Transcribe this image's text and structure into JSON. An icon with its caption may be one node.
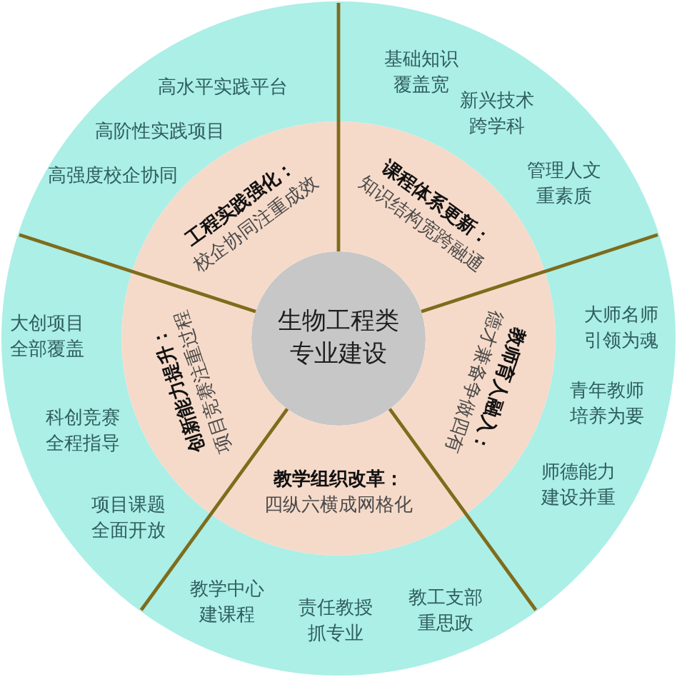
{
  "diagram": {
    "nodes": [
      {
        "text": [
          "生物工程类专业建设"
        ]
      },
      {
        "text": [
          "工程实践强化：",
          "校企协同注重成效"
        ]
      },
      {
        "text": [
          "课程体系更新：",
          "知识结构宽跨融通"
        ]
      },
      {
        "text": [
          "教师育人融入：",
          "德才兼备争做四有"
        ]
      },
      {
        "text": [
          "教学组织改革：",
          "四纵六横成网格化"
        ]
      },
      {
        "text": [
          "创新能力提升：",
          "项目竞赛注重过程"
        ]
      },
      {
        "text": [
          "高水平实践平台",
          "高阶性实践项目",
          "高强度校企协同"
        ]
      },
      {
        "text": [
          "基础知识覆盖宽",
          "新兴技术跨学科",
          "管理人文重素质"
        ]
      },
      {
        "text": [
          "大师名师引领为魂",
          "青年教师培养为要",
          "师德能力建设并重"
        ]
      },
      {
        "text": [
          "教学中心建课程",
          "责任教授抓专业",
          "教工支部重思政"
        ]
      },
      {
        "text": [
          "大创项目全部覆盖",
          "科创竞赛全程指导",
          "项目课题全面开放"
        ]
      }
    ]
  }
}
